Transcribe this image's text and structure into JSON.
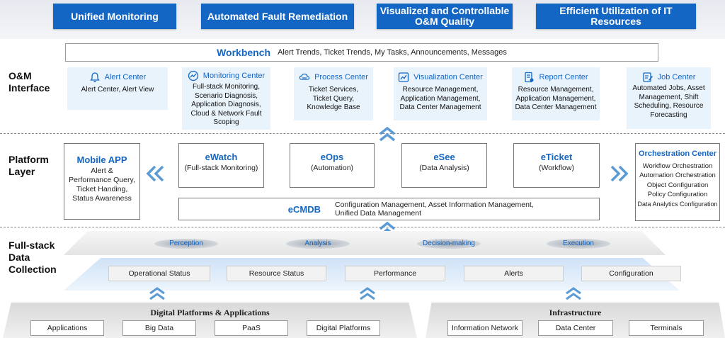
{
  "top_goals": [
    "Unified Monitoring",
    "Automated Fault Remediation",
    "Visualized and Controllable O&M Quality",
    "Efficient Utilization of IT Resources"
  ],
  "layers": {
    "om_interface": "O&M Interface",
    "platform": "Platform Layer",
    "collection": "Full-stack Data Collection"
  },
  "workbench": {
    "title": "Workbench",
    "desc": "Alert Trends, Ticket Trends, My Tasks, Announcements, Messages"
  },
  "centers": [
    {
      "title": "Alert Center",
      "icon": "bell-icon",
      "desc": "Alert Center, Alert View"
    },
    {
      "title": "Monitoring Center",
      "icon": "monitor-chart-icon",
      "desc": "Full-stack Monitoring, Scenario Diagnosis, Application Diagnosis, Cloud & Network Fault Scoping"
    },
    {
      "title": "Process Center",
      "icon": "cloud-process-icon",
      "desc": "Ticket Services, Ticket Query, Knowledge Base"
    },
    {
      "title": "Visualization Center",
      "icon": "line-chart-icon",
      "desc": "Resource Management, Application Management, Data Center Management"
    },
    {
      "title": "Report Center",
      "icon": "report-icon",
      "desc": "Resource Management, Application Management, Data Center Management"
    },
    {
      "title": "Job Center",
      "icon": "job-edit-icon",
      "desc": "Automated Jobs, Asset Management, Shift Scheduling, Resource Forecasting"
    }
  ],
  "platform": {
    "mobile": {
      "title": "Mobile APP",
      "desc": "Alert & Performance Query, Ticket Handing, Status Awareness"
    },
    "products": [
      {
        "title": "eWatch",
        "desc": "(Full-stack Monitoring)"
      },
      {
        "title": "eOps",
        "desc": "(Automation)"
      },
      {
        "title": "eSee",
        "desc": "(Data Analysis)"
      },
      {
        "title": "eTicket",
        "desc": "(Workflow)"
      }
    ],
    "ecmdb": {
      "title": "eCMDB",
      "desc": "Configuration Management, Asset Information Management, Unified Data Management"
    },
    "orchestration": {
      "title": "Orchestration Center",
      "items": [
        "Workflow Orchestration",
        "Automation Orchestration",
        "Object Configuration",
        "Policy Configuration",
        "Data Analytics Configuration"
      ]
    }
  },
  "stages": [
    "Perception",
    "Analysis",
    "Decision-making",
    "Execution"
  ],
  "collection_items": [
    "Operational Status",
    "Resource Status",
    "Performance",
    "Alerts",
    "Configuration"
  ],
  "sources": {
    "digital": {
      "title": "Digital Platforms & Applications",
      "items": [
        "Applications",
        "Big Data",
        "PaaS",
        "Digital Platforms"
      ]
    },
    "infra": {
      "title": "Infrastructure",
      "items": [
        "Information Network",
        "Data Center",
        "Terminals"
      ]
    }
  },
  "colors": {
    "accent": "#1466c4",
    "card_bg": "#e9f3fc",
    "arrow": "#5b9bd5"
  }
}
